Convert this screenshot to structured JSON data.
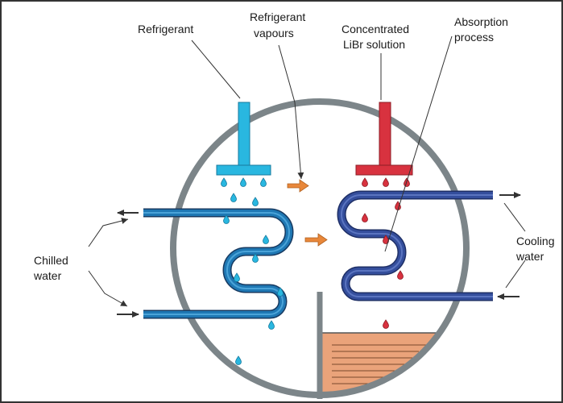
{
  "labels": {
    "refrigerant": "Refrigerant",
    "refrigerant_vapours_1": "Refrigerant",
    "refrigerant_vapours_2": "vapours",
    "concentrated_1": "Concentrated",
    "concentrated_2": "LiBr solution",
    "absorption_1": "Absorption",
    "absorption_2": "process",
    "chilled_1": "Chilled",
    "chilled_2": "water",
    "cooling_1": "Cooling",
    "cooling_2": "water"
  },
  "colors": {
    "vessel": "#7c8589",
    "refrigerant": "#29b7e0",
    "evaporator_tube": "#1f78b4",
    "absorber_tube": "#344e9c",
    "libr": "#d8323f",
    "vapour_arrow": "#e8873a",
    "solution_pool": "#eaa37a",
    "frame": "#333333"
  }
}
